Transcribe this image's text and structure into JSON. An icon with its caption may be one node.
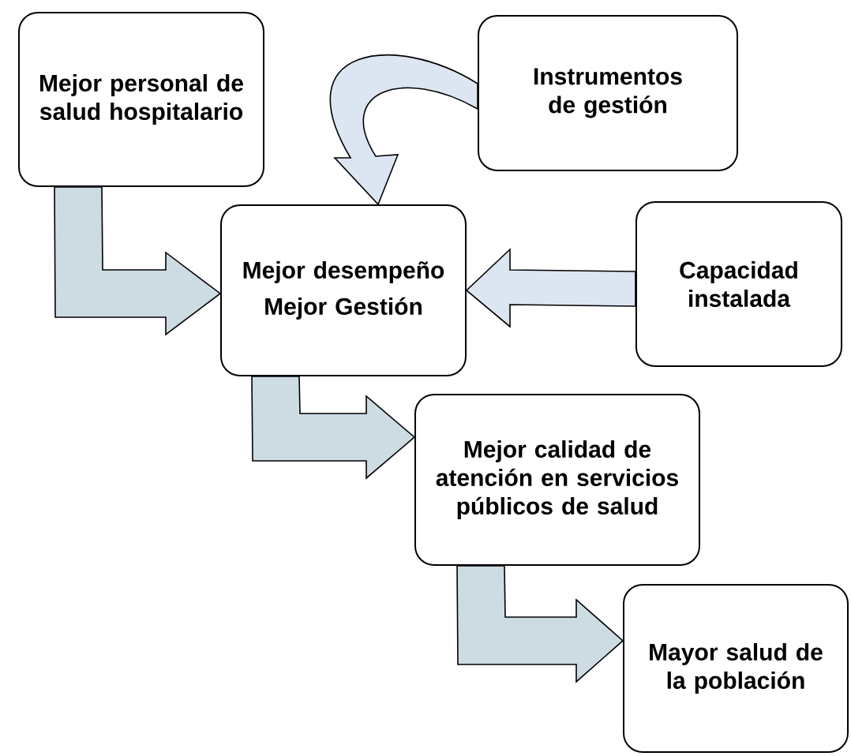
{
  "diagram": {
    "nodes": [
      {
        "text": [
          "Mejor personal de salud hospitalario"
        ]
      },
      {
        "text": [
          "Instrumentos de gestión"
        ]
      },
      {
        "text": [
          "Mejor desempeño",
          "Mejor Gestión"
        ]
      },
      {
        "text": [
          "Capacidad instalada"
        ]
      },
      {
        "text": [
          "Mejor calidad de atención en servicios públicos de salud"
        ]
      },
      {
        "text": [
          "Mayor salud de la población"
        ]
      }
    ],
    "edges": [
      {
        "from": 0,
        "to": 2,
        "arrow": "to"
      },
      {
        "from": 1,
        "to": 2,
        "arrow": "to"
      },
      {
        "from": 3,
        "to": 2,
        "arrow": "to"
      },
      {
        "from": 2,
        "to": 4,
        "arrow": "to"
      },
      {
        "from": 4,
        "to": 5,
        "arrow": "to"
      }
    ]
  }
}
